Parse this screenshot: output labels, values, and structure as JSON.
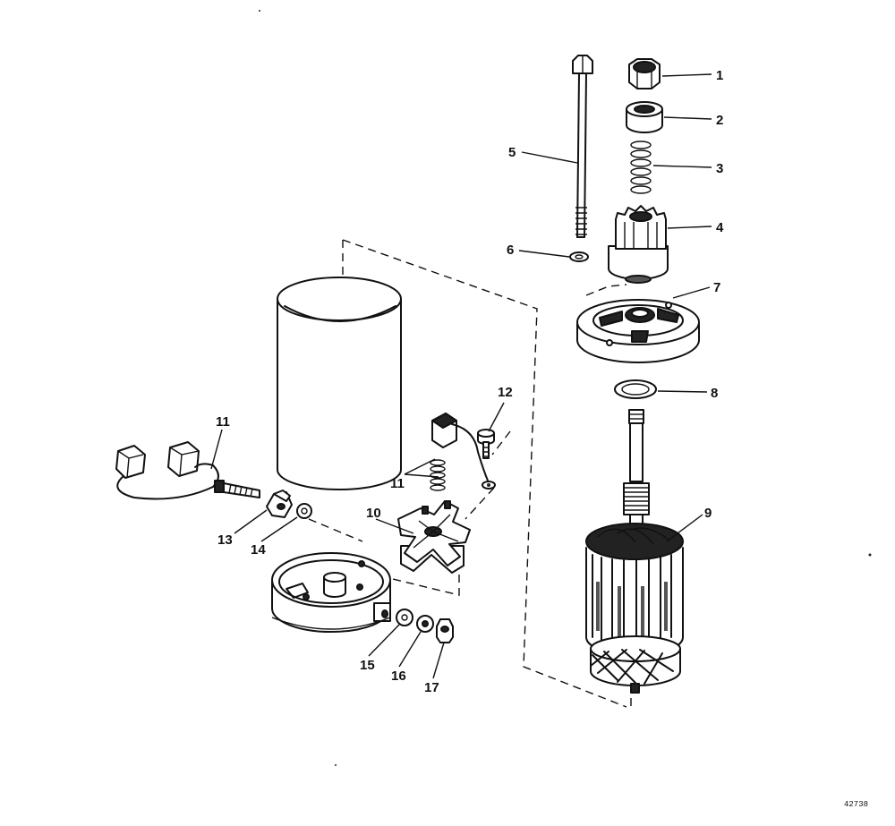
{
  "callouts": [
    {
      "id": "1",
      "text": "1"
    },
    {
      "id": "2",
      "text": "2"
    },
    {
      "id": "3",
      "text": "3"
    },
    {
      "id": "4",
      "text": "4"
    },
    {
      "id": "5",
      "text": "5"
    },
    {
      "id": "6",
      "text": "6"
    },
    {
      "id": "7",
      "text": "7"
    },
    {
      "id": "8",
      "text": "8"
    },
    {
      "id": "9",
      "text": "9"
    },
    {
      "id": "10",
      "text": "10"
    },
    {
      "id": "11a",
      "text": "11"
    },
    {
      "id": "11b",
      "text": "11"
    },
    {
      "id": "12",
      "text": "12"
    },
    {
      "id": "13",
      "text": "13"
    },
    {
      "id": "14",
      "text": "14"
    },
    {
      "id": "15",
      "text": "15"
    },
    {
      "id": "16",
      "text": "16"
    },
    {
      "id": "17",
      "text": "17"
    }
  ],
  "drawing_number": "42738"
}
